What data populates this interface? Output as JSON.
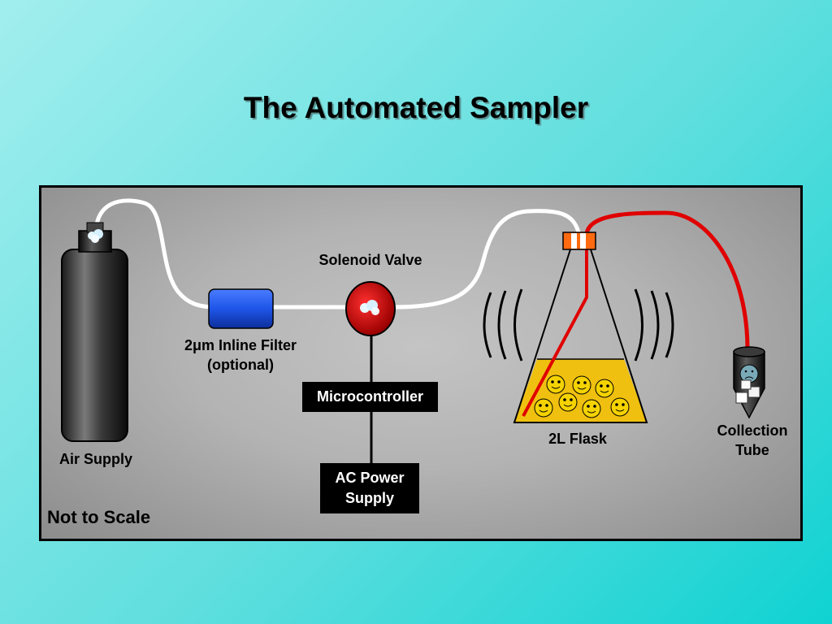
{
  "title": "The Automated Sampler",
  "labels": {
    "solenoid_valve": "Solenoid Valve",
    "filter_line1": "2μm Inline Filter",
    "filter_line2": "(optional)",
    "air_supply": "Air Supply",
    "flask": "2L Flask",
    "collection_line1": "Collection",
    "collection_line2": "Tube",
    "not_to_scale": "Not to Scale"
  },
  "boxes": {
    "microcontroller": "Microcontroller",
    "power_line1": "AC Power",
    "power_line2": "Supply"
  },
  "colors": {
    "tubing": "#ffffff",
    "sample_line": "#e00000",
    "filter": "#1e55e8",
    "valve": "#d40000",
    "flask_liquid": "#f0c010",
    "stopper": "#ff6a10"
  }
}
